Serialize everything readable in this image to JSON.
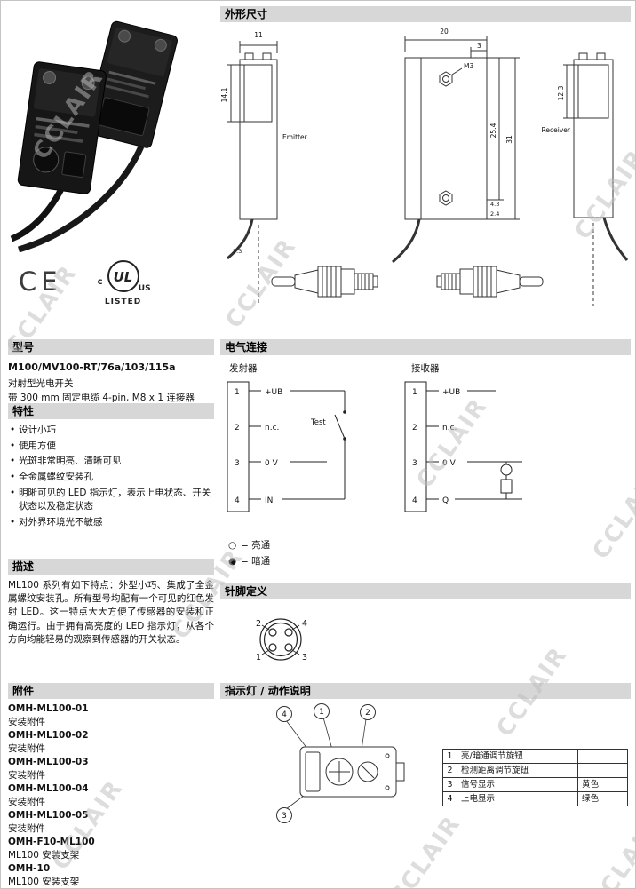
{
  "watermark": "CCLAIR",
  "left": {
    "model": {
      "header": "型号",
      "title": "M100/MV100-RT/76a/103/115a",
      "line1": "对射型光电开关",
      "line2": "带 300 mm 固定电缆 4-pin, M8 x 1 连接器"
    },
    "features": {
      "header": "特性",
      "items": [
        "设计小巧",
        "使用方便",
        "光斑非常明亮、清晰可见",
        "全金属螺纹安装孔",
        "明晰可见的 LED 指示灯，表示上电状态、开关状态以及稳定状态",
        "对外界环境光不敏感"
      ]
    },
    "description": {
      "header": "描述",
      "text": "ML100 系列有如下特点：外型小巧、集成了全金属螺纹安装孔。所有型号均配有一个可见的红色发射 LED。这一特点大大方便了传感器的安装和正确运行。由于拥有高亮度的 LED 指示灯，从各个方向均能轻易的观察到传感器的开关状态。"
    },
    "accessories": {
      "header": "附件",
      "items": [
        {
          "name": "OMH-ML100-01",
          "desc": "安装附件"
        },
        {
          "name": "OMH-ML100-02",
          "desc": "安装附件"
        },
        {
          "name": "OMH-ML100-03",
          "desc": "安装附件"
        },
        {
          "name": "OMH-ML100-04",
          "desc": "安装附件"
        },
        {
          "name": "OMH-ML100-05",
          "desc": "安装附件"
        },
        {
          "name": "OMH-F10-ML100",
          "desc": "ML100 安装支架"
        },
        {
          "name": "OMH-10",
          "desc": "ML100 安装支架"
        }
      ]
    },
    "cert": {
      "ce": "CE",
      "ul": "UL",
      "ul_c": "c",
      "ul_us": "US",
      "listed": "LISTED"
    }
  },
  "right": {
    "dimensions": {
      "header": "外形尺寸",
      "emitter_label": "Emitter",
      "receiver_label": "Receiver",
      "dims": {
        "w11": "11",
        "w20": "20",
        "d3": "3",
        "m3": "M3",
        "h141": "14.1",
        "h254": "25.4",
        "h31": "31",
        "h123": "12.3",
        "b43": "4.3",
        "b24": "2.4",
        "c33": "3.3"
      }
    },
    "electrical": {
      "header": "电气连接",
      "emitter_title": "发射器",
      "receiver_title": "接收器",
      "test_label": "Test",
      "emitter_pins": [
        {
          "pin": "1",
          "label": "+UB"
        },
        {
          "pin": "2",
          "label": "n.c."
        },
        {
          "pin": "3",
          "label": "0 V"
        },
        {
          "pin": "4",
          "label": "IN"
        }
      ],
      "receiver_pins": [
        {
          "pin": "1",
          "label": "+UB"
        },
        {
          "pin": "2",
          "label": "n.c."
        },
        {
          "pin": "3",
          "label": "0 V"
        },
        {
          "pin": "4",
          "label": "Q"
        }
      ],
      "legend": [
        {
          "symbol": "○",
          "text": "= 亮通"
        },
        {
          "symbol": "●",
          "text": "= 暗通"
        }
      ]
    },
    "pin_definition": {
      "header": "针脚定义",
      "pins": [
        "1",
        "2",
        "3",
        "4"
      ]
    },
    "indicator": {
      "header": "指示灯 / 动作说明",
      "callouts": [
        "1",
        "2",
        "3",
        "4"
      ],
      "table": [
        {
          "no": "1",
          "desc": "亮/暗通调节旋钮",
          "color": ""
        },
        {
          "no": "2",
          "desc": "检测距离调节旋钮",
          "color": ""
        },
        {
          "no": "3",
          "desc": "信号显示",
          "color": "黄色"
        },
        {
          "no": "4",
          "desc": "上电显示",
          "color": "绿色"
        }
      ]
    }
  }
}
